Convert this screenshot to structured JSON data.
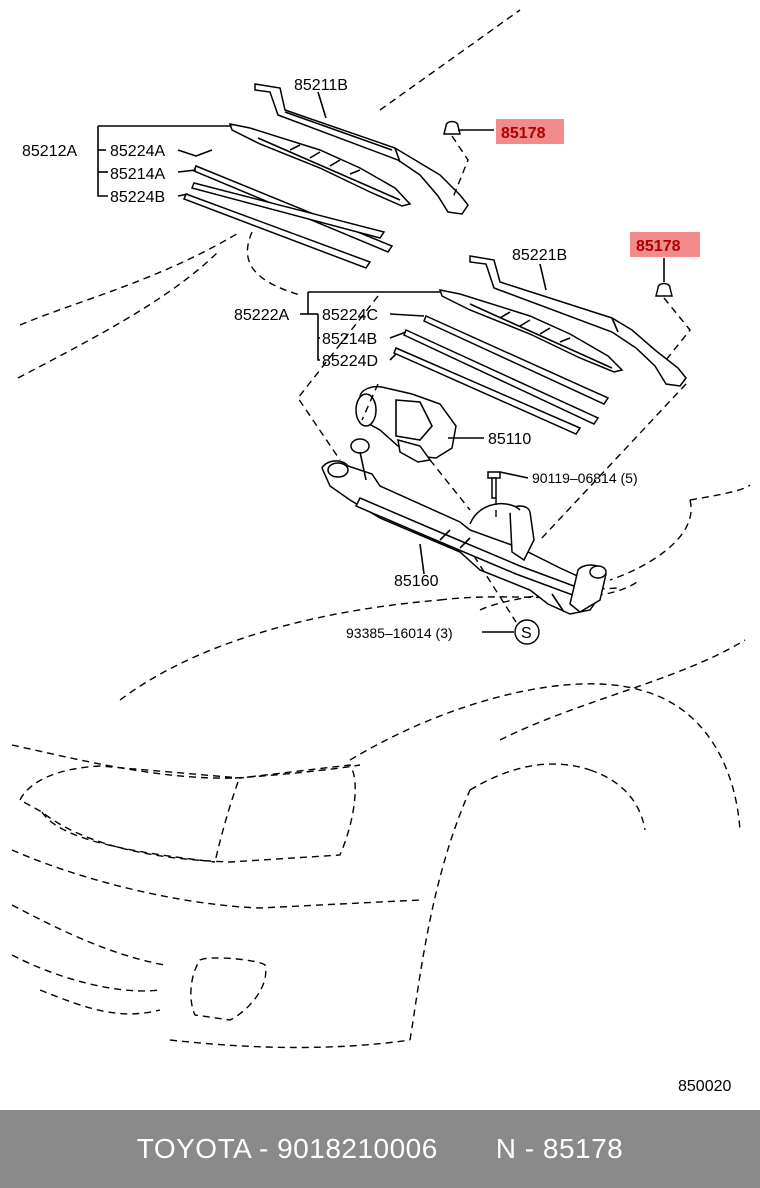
{
  "labels": {
    "arm_front": "85211B",
    "blade_assy_front": "85212A",
    "rubber_front_1": "85224A",
    "backing_front": "85214A",
    "rubber_front_2": "85224B",
    "cap_1": "85178",
    "cap_2": "85178",
    "arm_rear": "85221B",
    "blade_assy_rear": "85222A",
    "rubber_rear_1": "85224C",
    "backing_rear": "85214B",
    "rubber_rear_2": "85224D",
    "motor": "85110",
    "bolt": "90119–06814 (5)",
    "link": "85160",
    "screw": "93385–16014 (3)",
    "screw_symbol": "S",
    "figure_number": "850020"
  },
  "footer": {
    "text": "TOYOTA - 9018210006       N - 85178"
  },
  "colors": {
    "highlight": "#f28b8b",
    "highlight_text": "#b00000",
    "footer_bg": "#8a8a8a"
  }
}
